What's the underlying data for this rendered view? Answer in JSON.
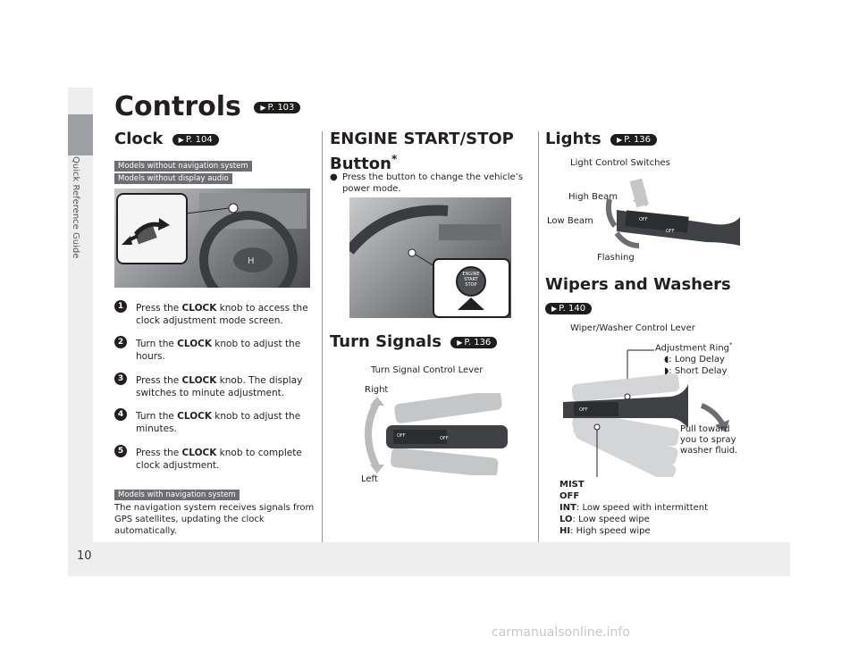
{
  "page": {
    "number": "10",
    "side_tab": "Quick Reference Guide",
    "footer": "carmanualsonline.info"
  },
  "title": {
    "text": "Controls",
    "ref": "P. 103"
  },
  "clock": {
    "heading": "Clock",
    "ref": "P. 104",
    "tag1": "Models without navigation system",
    "tag2": "Models without display audio",
    "steps": [
      {
        "num": "1",
        "pre": "Press the ",
        "key": "CLOCK",
        "post": " knob to access the clock adjustment mode screen."
      },
      {
        "num": "2",
        "pre": "Turn the ",
        "key": "CLOCK",
        "post": " knob to adjust the hours."
      },
      {
        "num": "3",
        "pre": "Press the ",
        "key": "CLOCK",
        "post": " knob. The display switches to minute adjustment."
      },
      {
        "num": "4",
        "pre": "Turn the ",
        "key": "CLOCK",
        "post": " knob to adjust the minutes."
      },
      {
        "num": "5",
        "pre": "Press the ",
        "key": "CLOCK",
        "post": " knob to complete clock adjustment."
      }
    ],
    "nav_tag": "Models with navigation system",
    "nav_text": "The navigation system receives signals from GPS satellites, updating the clock automatically."
  },
  "engine": {
    "heading_line1": "ENGINE START/STOP",
    "heading_line2": "Button",
    "asterisk": "*",
    "bullet": "Press the button to change the vehicle’s power mode.",
    "button_text": "ENGINE START STOP"
  },
  "turn": {
    "heading": "Turn Signals",
    "ref": "P. 136",
    "caption": "Turn Signal Control Lever",
    "right": "Right",
    "left": "Left"
  },
  "lights": {
    "heading": "Lights",
    "ref": "P. 136",
    "caption": "Light Control Switches",
    "high": "High Beam",
    "low": "Low Beam",
    "flash": "Flashing"
  },
  "wipers": {
    "heading": "Wipers and Washers",
    "ref": "P. 140",
    "caption": "Wiper/Washer Control Lever",
    "ring": "Adjustment Ring",
    "ring_ast": "*",
    "long": ": Long Delay",
    "short": ": Short Delay",
    "pull1": "Pull toward",
    "pull2": "you to spray",
    "pull3": "washer fluid.",
    "mist": "MIST",
    "off": "OFF",
    "int_k": "INT",
    "int_v": ": Low speed with intermittent",
    "lo_k": "LO",
    "lo_v": ": Low speed wipe",
    "hi_k": "HI",
    "hi_v": ": High speed wipe"
  }
}
